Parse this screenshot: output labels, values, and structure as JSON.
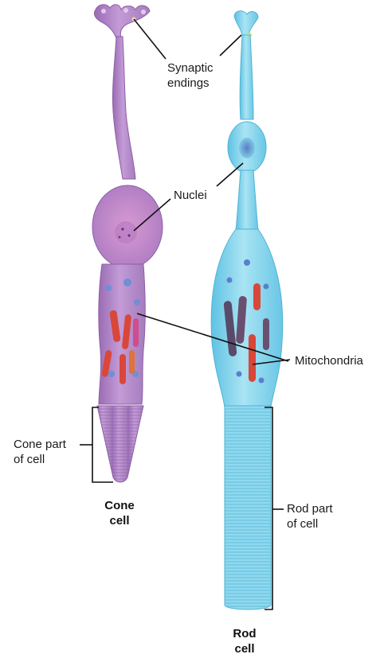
{
  "labels": {
    "synaptic_line1": "Synaptic",
    "synaptic_line2": "endings",
    "nuclei": "Nuclei",
    "mitochondria": "Mitochondria",
    "cone_part_line1": "Cone part",
    "cone_part_line2": "of cell",
    "rod_part_line1": "Rod part",
    "rod_part_line2": "of cell",
    "cone_title_line1": "Cone",
    "cone_title_line2": "cell",
    "rod_title_line1": "Rod",
    "rod_title_line2": "cell"
  },
  "colors": {
    "cone_body": "#b58ac9",
    "cone_edge": "#8c5fa6",
    "cone_nucleus": "#c88ac8",
    "rod_body": "#7fd3ea",
    "rod_edge": "#4fb3d3",
    "mitochondria_red": "#d9473a",
    "mitochondria_dark": "#5a4a6a",
    "leader_line": "#111111"
  }
}
